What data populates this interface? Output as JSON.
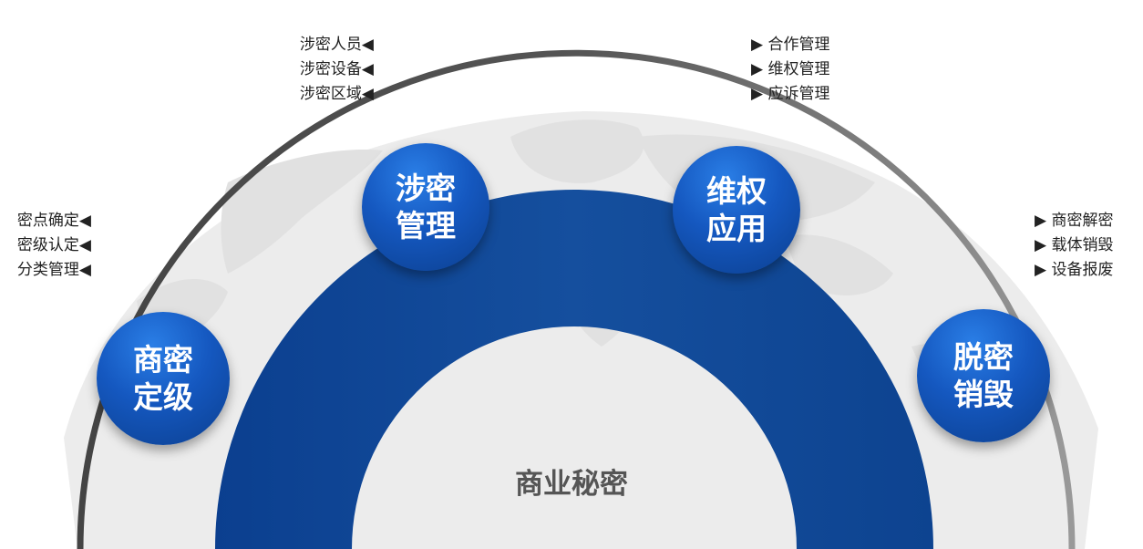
{
  "center": {
    "label": "商业秘密"
  },
  "nodes": [
    {
      "id": "dingji",
      "label": "商密定级"
    },
    {
      "id": "shemi",
      "label": "涉密管理"
    },
    {
      "id": "weiquan",
      "label": "维权应用"
    },
    {
      "id": "tuomi",
      "label": "脱密销毁"
    }
  ],
  "lists": {
    "dingji": [
      "密点确定◀",
      "密级认定◀",
      "分类管理◀"
    ],
    "shemi": [
      "涉密人员◀",
      "涉密设备◀",
      "涉密区域◀"
    ],
    "weiquan": [
      "▶  合作管理",
      "▶  维权管理",
      "▶  应诉管理"
    ],
    "tuomi": [
      "▶  商密解密",
      "▶  载体销毁",
      "▶  设备报废"
    ]
  },
  "colors": {
    "arch_blue": "#0d4a9e",
    "ring_gray": "#555555",
    "node_blue": "#1558c0"
  }
}
